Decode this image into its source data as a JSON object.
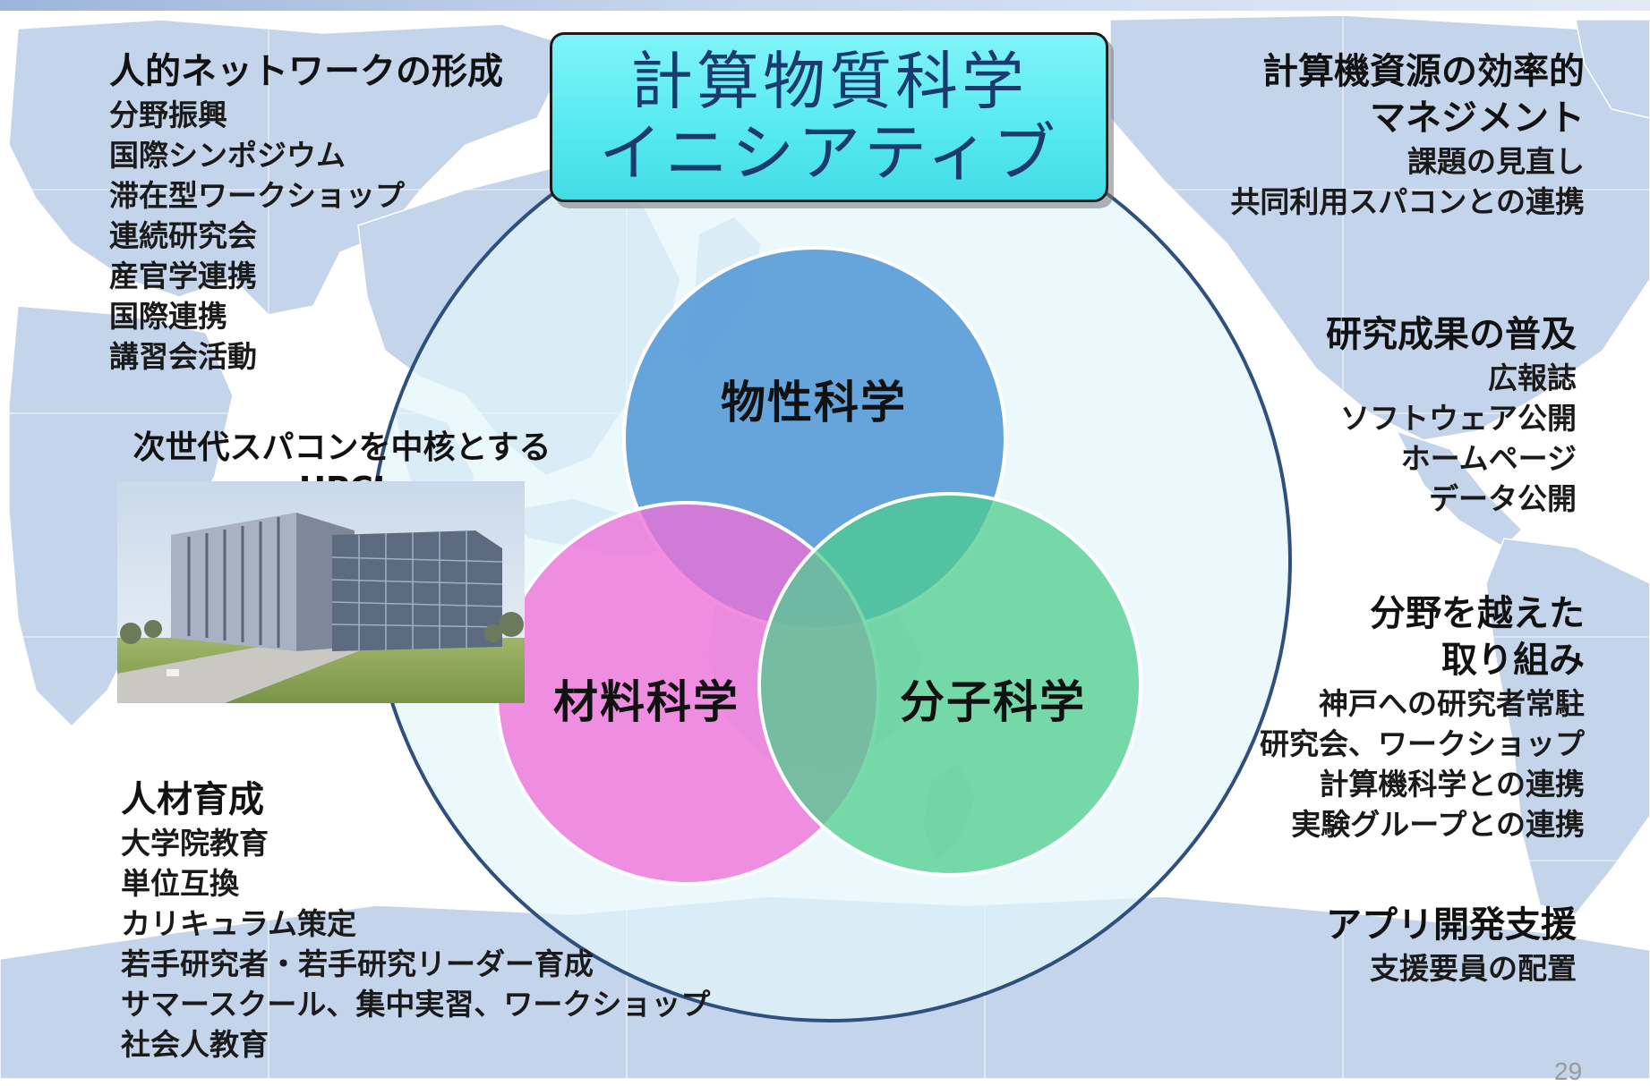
{
  "title": {
    "line1": "計算物質科学",
    "line2": "イニシアティブ"
  },
  "venn": {
    "circles": [
      {
        "label": "物性科学",
        "color": "#4f95d6"
      },
      {
        "label": "材料科学",
        "color": "#f06fd9"
      },
      {
        "label": "分子科学",
        "color": "#4ecc8e"
      }
    ]
  },
  "network": {
    "heading": "人的ネットワークの形成",
    "items": [
      "分野振興",
      "国際シンポジウム",
      "滞在型ワークショップ",
      "連続研究会",
      "産官学連携",
      "国際連携",
      "講習会活動"
    ]
  },
  "hpci": {
    "line1": "次世代スパコンを中核とする",
    "line2": "HPCI"
  },
  "education": {
    "heading": "人材育成",
    "items": [
      "大学院教育",
      "単位互換",
      "カリキュラム策定",
      "若手研究者・若手研究リーダー育成",
      "サマースクール、集中実習、ワークショップ",
      "社会人教育"
    ]
  },
  "resources": {
    "heading_line1": "計算機資源の効率的",
    "heading_line2": "マネジメント",
    "items": [
      "課題の見直し",
      "共同利用スパコンとの連携"
    ]
  },
  "dissemination": {
    "heading": "研究成果の普及",
    "items": [
      "広報誌",
      "ソフトウェア公開",
      "ホームページ",
      "データ公開"
    ]
  },
  "crossfield": {
    "heading_line1": "分野を越えた",
    "heading_line2": "取り組み",
    "items": [
      "神戸への研究者常駐",
      "研究会、ワークショップ",
      "計算機科学との連携",
      "実験グループとの連携"
    ]
  },
  "appsupport": {
    "heading": "アプリ開発支援",
    "items": [
      "支援要員の配置"
    ]
  },
  "page_number": "29",
  "colors": {
    "map_ocean": "#ffffff",
    "map_land": "#c3d4ea",
    "outer_circle_fill": "#e4f7fb",
    "outer_circle_stroke": "#2f4f7f",
    "title_fill": "#57eaf1",
    "title_text": "#1b3a6e"
  }
}
